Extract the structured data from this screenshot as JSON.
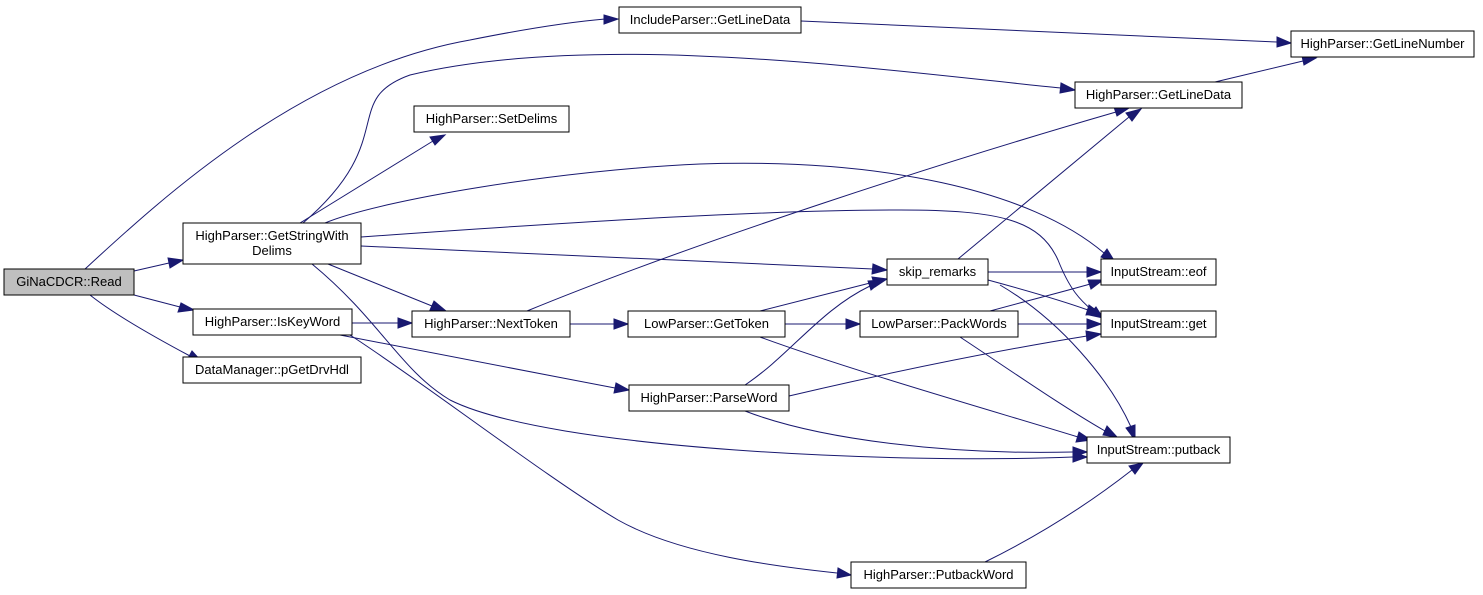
{
  "diagram": {
    "type": "call-graph",
    "colors": {
      "node_fill": "#ffffff",
      "root_fill": "#bfbfbf",
      "node_border": "#000000",
      "edge": "#191970"
    },
    "nodes": [
      {
        "id": "read",
        "lines": [
          "GiNaCDCR::Read"
        ],
        "root": true
      },
      {
        "id": "incl_getlinedata",
        "lines": [
          "IncludeParser::GetLineData"
        ]
      },
      {
        "id": "hp_getlinenumber",
        "lines": [
          "HighParser::GetLineNumber"
        ]
      },
      {
        "id": "hp_getlinedata",
        "lines": [
          "HighParser::GetLineData"
        ]
      },
      {
        "id": "hp_setdelims",
        "lines": [
          "HighParser::SetDelims"
        ]
      },
      {
        "id": "hp_getstring",
        "lines": [
          "HighParser::GetStringWith",
          "Delims"
        ]
      },
      {
        "id": "is_eof",
        "lines": [
          "InputStream::eof"
        ]
      },
      {
        "id": "skip_remarks",
        "lines": [
          "skip_remarks"
        ]
      },
      {
        "id": "hp_iskeyword",
        "lines": [
          "HighParser::IsKeyWord"
        ]
      },
      {
        "id": "hp_nexttoken",
        "lines": [
          "HighParser::NextToken"
        ]
      },
      {
        "id": "lp_gettoken",
        "lines": [
          "LowParser::GetToken"
        ]
      },
      {
        "id": "lp_packwords",
        "lines": [
          "LowParser::PackWords"
        ]
      },
      {
        "id": "is_get",
        "lines": [
          "InputStream::get"
        ]
      },
      {
        "id": "dm_pgetdrvhdl",
        "lines": [
          "DataManager::pGetDrvHdl"
        ]
      },
      {
        "id": "hp_parseword",
        "lines": [
          "HighParser::ParseWord"
        ]
      },
      {
        "id": "is_putback",
        "lines": [
          "InputStream::putback"
        ]
      },
      {
        "id": "hp_putbackword",
        "lines": [
          "HighParser::PutbackWord"
        ]
      }
    ],
    "edges": [
      {
        "from": "read",
        "to": "incl_getlinedata"
      },
      {
        "from": "read",
        "to": "hp_getstring"
      },
      {
        "from": "read",
        "to": "hp_iskeyword"
      },
      {
        "from": "read",
        "to": "dm_pgetdrvhdl"
      },
      {
        "from": "incl_getlinedata",
        "to": "hp_getlinenumber"
      },
      {
        "from": "hp_getlinedata",
        "to": "hp_getlinenumber"
      },
      {
        "from": "hp_getstring",
        "to": "hp_getlinedata"
      },
      {
        "from": "hp_getstring",
        "to": "hp_setdelims"
      },
      {
        "from": "hp_getstring",
        "to": "is_eof"
      },
      {
        "from": "hp_getstring",
        "to": "is_get"
      },
      {
        "from": "hp_getstring",
        "to": "skip_remarks"
      },
      {
        "from": "hp_getstring",
        "to": "hp_nexttoken"
      },
      {
        "from": "hp_getstring",
        "to": "is_putback"
      },
      {
        "from": "hp_iskeyword",
        "to": "hp_nexttoken"
      },
      {
        "from": "hp_iskeyword",
        "to": "hp_parseword"
      },
      {
        "from": "hp_iskeyword",
        "to": "hp_putbackword"
      },
      {
        "from": "hp_nexttoken",
        "to": "hp_getlinedata"
      },
      {
        "from": "hp_nexttoken",
        "to": "lp_gettoken"
      },
      {
        "from": "lp_gettoken",
        "to": "skip_remarks"
      },
      {
        "from": "lp_gettoken",
        "to": "lp_packwords"
      },
      {
        "from": "lp_gettoken",
        "to": "is_putback"
      },
      {
        "from": "skip_remarks",
        "to": "hp_getlinedata"
      },
      {
        "from": "skip_remarks",
        "to": "is_eof"
      },
      {
        "from": "skip_remarks",
        "to": "is_get"
      },
      {
        "from": "skip_remarks",
        "to": "is_putback"
      },
      {
        "from": "lp_packwords",
        "to": "is_eof"
      },
      {
        "from": "lp_packwords",
        "to": "is_get"
      },
      {
        "from": "lp_packwords",
        "to": "is_putback"
      },
      {
        "from": "hp_parseword",
        "to": "skip_remarks"
      },
      {
        "from": "hp_parseword",
        "to": "is_get"
      },
      {
        "from": "hp_parseword",
        "to": "is_putback"
      },
      {
        "from": "hp_putbackword",
        "to": "is_putback"
      }
    ]
  }
}
